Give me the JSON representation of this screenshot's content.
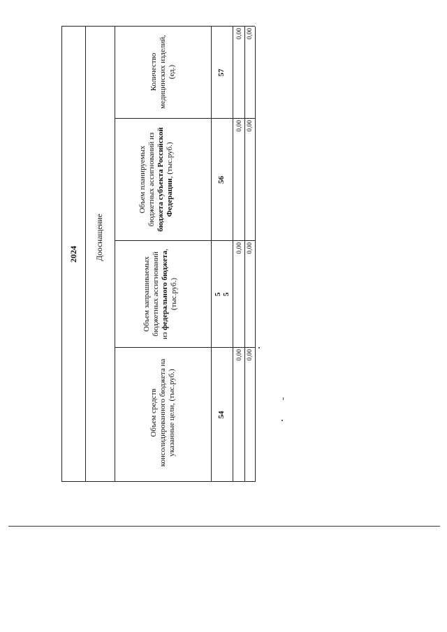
{
  "table": {
    "year": "2024",
    "group_label": "Дооснащение",
    "columns": [
      {
        "num": "54",
        "header_pre": "Объем средств консолидированного бюджета на указанные цели, (тыс.руб.)",
        "header_bold": "",
        "header_post": "",
        "values": [
          "0,00",
          "0,00"
        ]
      },
      {
        "num": "5 5",
        "header_pre": "Объем запрашиваемых бюджетных ассигнований из ",
        "header_bold": "федерального бюджета",
        "header_post": ", (тыс.руб.)",
        "values": [
          "0,00",
          "0,00"
        ]
      },
      {
        "num": "56",
        "header_pre": "Объем планируемых бюджетных ассигнований из ",
        "header_bold": "бюджета субъекта Российской Федерации",
        "header_post": ", (тыс.руб.)",
        "values": [
          "0,00",
          "0,00"
        ]
      },
      {
        "num": "57",
        "header_pre": "Количество медицинских изделий, (ед.)",
        "header_bold": "",
        "header_post": "",
        "values": [
          "0,00",
          "0,00"
        ]
      }
    ]
  }
}
